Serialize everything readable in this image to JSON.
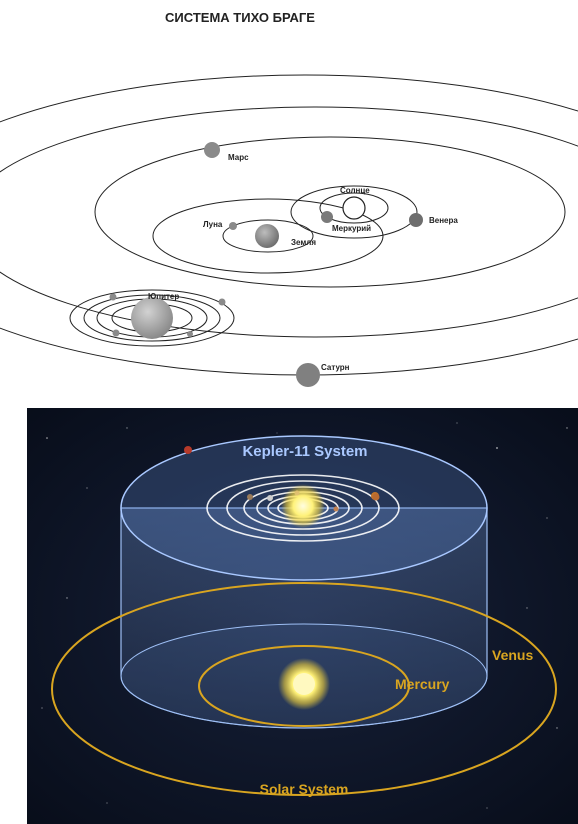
{
  "tycho": {
    "title": "СИСТЕМА ТИХО БРАГЕ",
    "labels": {
      "mars": "Марс",
      "sun": "Солнце",
      "venus": "Венера",
      "mercury": "Меркурий",
      "moon": "Луна",
      "earth": "Земля",
      "jupiter": "Юпитер",
      "saturn": "Сатурн"
    }
  },
  "kepler": {
    "title": "Kepler-11 System",
    "venus": "Venus",
    "mercury": "Mercury",
    "solar": "Solar System"
  },
  "colors": {
    "orbit": "#222222",
    "planet_gray": "#8a8a8a",
    "space": "#0a1224",
    "cylinder": "#8fb6f5",
    "sun_core": "#fffbc4",
    "solar_orbit": "#d9a520",
    "kepler_label": "#aac8ff"
  }
}
